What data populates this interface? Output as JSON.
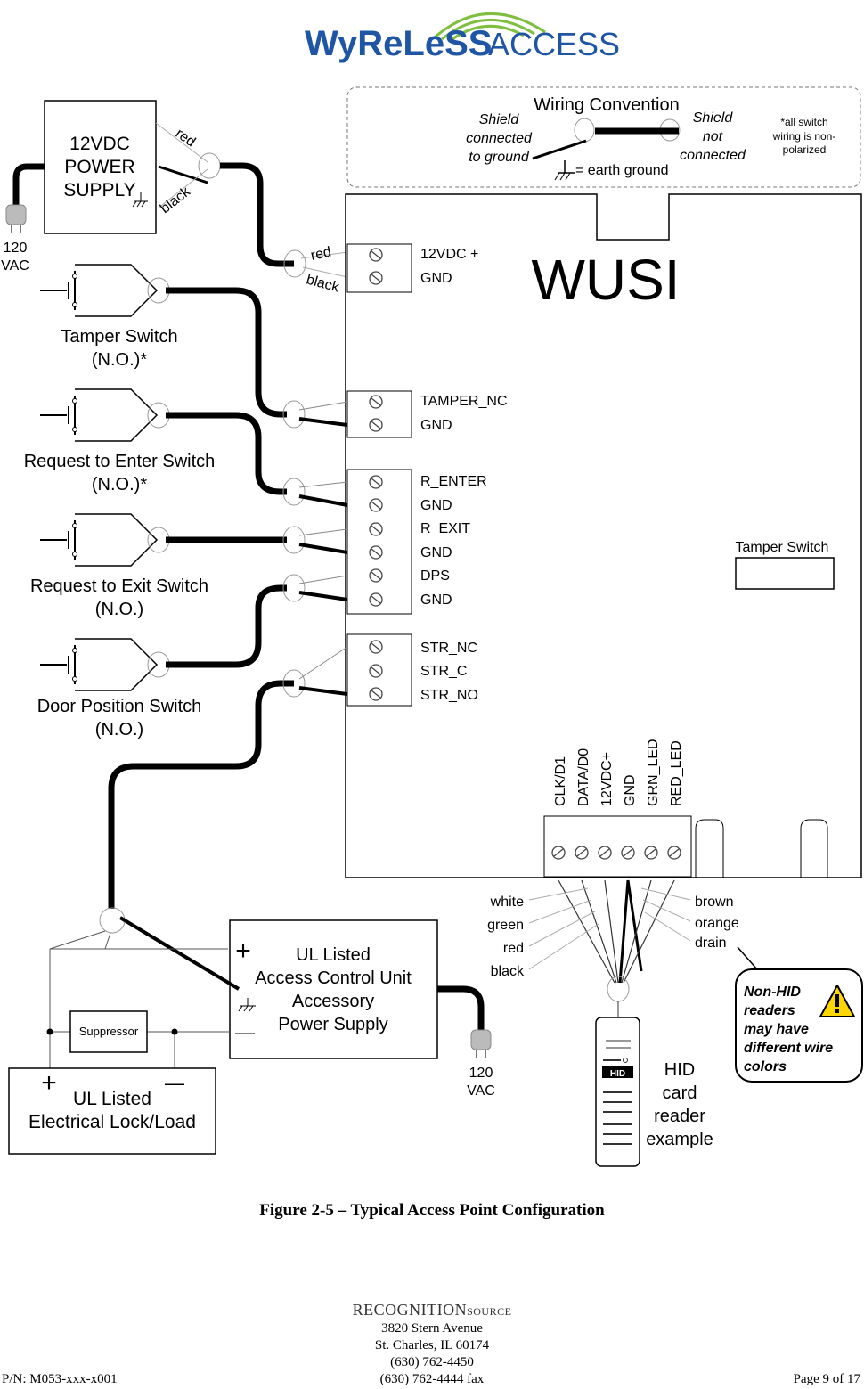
{
  "logo": {
    "part1": "WyReLeSS",
    "part2": "ACCESS"
  },
  "power_supply": {
    "lines": [
      "12VDC",
      "POWER",
      "SUPPLY"
    ],
    "wire_red": "red",
    "wire_black": "black",
    "plug_label": [
      "120",
      "VAC"
    ]
  },
  "wiring_convention": {
    "title": "Wiring Convention",
    "left": [
      "Shield",
      "connected",
      "to ground"
    ],
    "right": [
      "Shield",
      "not",
      "connected"
    ],
    "note": [
      "*all switch",
      "wiring is non-",
      "polarized"
    ],
    "ground": "= earth ground"
  },
  "wusi": {
    "title": "WUSI",
    "power_wires": {
      "red": "red",
      "black": "black"
    },
    "terminals_power": [
      "12VDC +",
      "GND"
    ],
    "terminals_tamper": [
      "TAMPER_NC",
      "GND"
    ],
    "terminals_inputs": [
      "R_ENTER",
      "GND",
      "R_EXIT",
      "GND",
      "DPS",
      "GND"
    ],
    "terminals_strike": [
      "STR_NC",
      "STR_C",
      "STR_NO"
    ],
    "reader_terminals": [
      "CLK/D1",
      "DATA/D0",
      "12VDC+",
      "GND",
      "GRN_LED",
      "RED_LED"
    ],
    "tamper_switch": "Tamper Switch"
  },
  "switches": [
    {
      "name": [
        "Tamper Switch",
        "(N.O.)*"
      ]
    },
    {
      "name": [
        "Request to Enter Switch",
        "(N.O.)*"
      ]
    },
    {
      "name": [
        "Request to Exit Switch",
        "(N.O.)"
      ]
    },
    {
      "name": [
        "Door Position Switch",
        "(N.O.)"
      ]
    }
  ],
  "reader_wires": {
    "left": [
      "white",
      "green",
      "red",
      "black"
    ],
    "right": [
      "brown",
      "orange",
      "drain"
    ]
  },
  "non_hid_note": [
    "Non-HID",
    "readers",
    "may have",
    "different wire",
    "colors"
  ],
  "reader": {
    "badge": "HID",
    "label": [
      "HID",
      "card",
      "reader",
      "example"
    ]
  },
  "acu_power": {
    "lines": [
      "UL Listed",
      "Access Control Unit",
      "Accessory",
      "Power Supply"
    ],
    "plus": "+",
    "minus": "—",
    "plug_label": [
      "120",
      "VAC"
    ]
  },
  "suppressor": "Suppressor",
  "lock": {
    "lines": [
      "UL Listed",
      "Electrical Lock/Load"
    ],
    "plus": "+",
    "minus": "—"
  },
  "caption": "Figure 2-5 – Typical Access Point Configuration",
  "footer": {
    "company_logo": "RECOGNITION",
    "company_logo_small": "SOURCE",
    "address1": "3820 Stern Avenue",
    "address2": "St. Charles, IL 60174",
    "phone": "(630) 762-4450",
    "fax": "(630) 762-4444 fax",
    "part_number": "P/N: M053-xxx-x001",
    "page": "Page 9 of 17"
  }
}
